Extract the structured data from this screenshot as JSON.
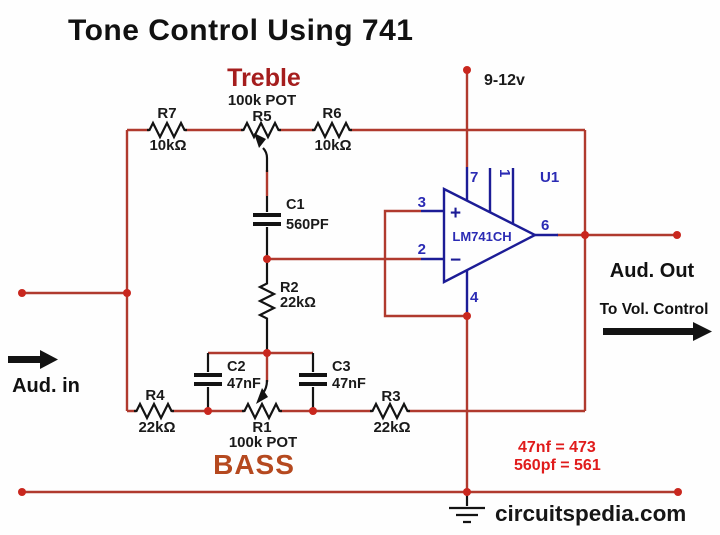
{
  "title": "Tone Control Using 741",
  "branding": "circuitspedia.com",
  "supply_label": "9-12v",
  "sections": {
    "treble": "Treble",
    "bass": "BASS"
  },
  "io": {
    "aud_in": "Aud. in",
    "aud_out": "Aud. Out",
    "to_vol_control": "To Vol. Control"
  },
  "notes": {
    "line1": "47nf = 473",
    "line2": "560pf = 561"
  },
  "components": {
    "R7": {
      "ref": "R7",
      "value": "10kΩ"
    },
    "R5": {
      "ref": "R5",
      "value": "100k POT"
    },
    "R6": {
      "ref": "R6",
      "value": "10kΩ"
    },
    "C1": {
      "ref": "C1",
      "value": "560PF"
    },
    "R2": {
      "ref": "R2",
      "value": "22kΩ"
    },
    "C2": {
      "ref": "C2",
      "value": "47nF"
    },
    "C3": {
      "ref": "C3",
      "value": "47nF"
    },
    "R4": {
      "ref": "R4",
      "value": "22kΩ"
    },
    "R1": {
      "ref": "R1",
      "value": "100k POT"
    },
    "R3": {
      "ref": "R3",
      "value": "22kΩ"
    }
  },
  "opamp": {
    "designator": "U1",
    "part": "LM741CH",
    "plus": "+",
    "minus": "−",
    "pins": {
      "p1": "1",
      "p2": "2",
      "p3": "3",
      "p4": "4",
      "p6": "6",
      "p7": "7"
    }
  },
  "colors": {
    "wire": "#b03a2e",
    "junction": "#c9271e",
    "component": "#131313",
    "opamp": "#1c1c96",
    "pin_text": "#2b2bb4",
    "treble_text": "#a51d1d",
    "bass_text": "#b5491f",
    "note_text": "#e01b1b",
    "title_text": "#111111"
  }
}
